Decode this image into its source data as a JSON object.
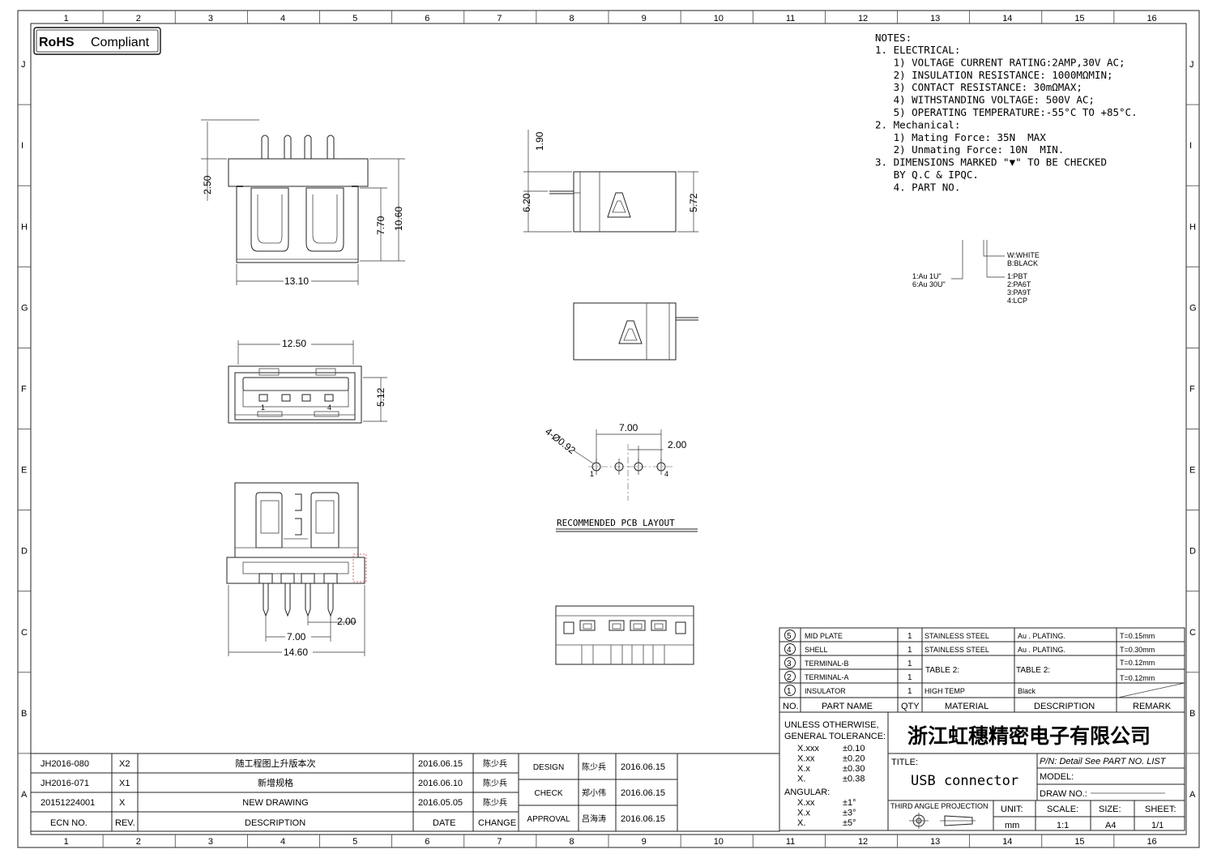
{
  "frame": {
    "columns": [
      "1",
      "2",
      "3",
      "4",
      "5",
      "6",
      "7",
      "8",
      "9",
      "10",
      "11",
      "12",
      "13",
      "14",
      "15",
      "16"
    ],
    "rows": [
      "J",
      "I",
      "H",
      "G",
      "F",
      "E",
      "D",
      "C",
      "B",
      "A"
    ]
  },
  "badge": {
    "strong": "RoHS",
    "text": "Compliant"
  },
  "notes": {
    "heading": "NOTES:",
    "lines": [
      "1. ELECTRICAL:",
      "   1) VOLTAGE CURRENT RATING:2AMP,30V AC;",
      "   2) INSULATION RESISTANCE: 1000MΩMIN;",
      "   3) CONTACT RESISTANCE: 30mΩMAX;",
      "   4) WITHSTANDING VOLTAGE: 500V AC;",
      "   5) OPERATING TEMPERATURE:-55°C TO +85°C.",
      "2. Mechanical:",
      "   1) Mating Force: 35N  MAX",
      "   2) Unmating Force: 10N  MIN.",
      "3. DIMENSIONS MARKED \"▼\" TO BE CHECKED",
      "   BY Q.C & IPQC.",
      "   4. PART NO."
    ]
  },
  "part_callouts": {
    "plating": [
      "1:Au 1U\"",
      "6:Au 30U\""
    ],
    "color": [
      "W:WHITE",
      "B:BLACK"
    ],
    "material": [
      "1:PBT",
      "2:PA6T",
      "3:PA9T",
      "4:LCP"
    ]
  },
  "dimensions": {
    "top_2_50": "2.50",
    "top_7_70": "7.70",
    "top_10_60": "10.60",
    "top_13_10": "13.10",
    "side_1_90": "1.90",
    "side_6_20": "6.20",
    "side_5_72": "5.72",
    "front_12_50": "12.50",
    "front_5_12": "5.12",
    "front_pin1": "1",
    "front_pin4": "4",
    "pcb_7_00": "7.00",
    "pcb_2_00": "2.00",
    "pcb_hole": "4-Ø0.92",
    "pcb_pin1": "1",
    "pcb_pin4": "4",
    "bottom_2_00": "2.00",
    "bottom_7_00": "7.00",
    "bottom_14_60": "14.60"
  },
  "pcb_layout_label": "RECOMMENDED PCB LAYOUT",
  "bom": {
    "rows": [
      {
        "no": "5",
        "name": "MID PLATE",
        "qty": "1",
        "material": "STAINLESS STEEL",
        "description": "Au . PLATING.",
        "remark": "T=0.15mm"
      },
      {
        "no": "4",
        "name": "SHELL",
        "qty": "1",
        "material": "STAINLESS STEEL",
        "description": "Au . PLATING.",
        "remark": "T=0.30mm"
      },
      {
        "no": "3",
        "name": "TERMINAL-B",
        "qty": "1",
        "material": "",
        "description": "",
        "remark": "T=0.12mm"
      },
      {
        "no": "2",
        "name": "TERMINAL-A",
        "qty": "1",
        "material": "",
        "description": "",
        "remark": "T=0.12mm"
      },
      {
        "no": "1",
        "name": "INSULATOR",
        "qty": "1",
        "material": "HIGH TEMP",
        "description": "Black",
        "remark": ""
      }
    ],
    "merged_material": "TABLE 2:",
    "merged_description": "TABLE 2:",
    "headers": {
      "no": "NO.",
      "name": "PART NAME",
      "qty": "QTY",
      "material": "MATERIAL",
      "description": "DESCRIPTION",
      "remark": "REMARK"
    }
  },
  "tolerance": {
    "heading1": "UNLESS OTHERWISE,",
    "heading2": "GENERAL TOLERANCE:",
    "linear": [
      [
        "X.xxx",
        "±0.10"
      ],
      [
        "X.xx",
        "±0.20"
      ],
      [
        "X.x",
        "±0.30"
      ],
      [
        "X.",
        "±0.38"
      ]
    ],
    "angular_heading": "ANGULAR:",
    "angular": [
      [
        "X.xx",
        "±1°"
      ],
      [
        "X.x",
        "±3°"
      ],
      [
        "X.",
        "±5°"
      ]
    ]
  },
  "title_block": {
    "company": "浙江虹穗精密电子有限公司",
    "title_label": "TITLE:",
    "title_value": "USB connector",
    "pn_label": "P/N: Detail  See  PART  NO.  LIST",
    "model_label": "MODEL:",
    "draw_no_label": "DRAW  NO.:",
    "projection_label": "THIRD ANGLE PROJECTION",
    "unit_label": "UNIT:",
    "unit_value": "mm",
    "scale_label": "SCALE:",
    "scale_value": "1:1",
    "size_label": "SIZE:",
    "size_value": "A4",
    "sheet_label": "SHEET:",
    "sheet_value": "1/1"
  },
  "revisions": {
    "rows": [
      {
        "ecn": "JH2016-080",
        "rev": "X2",
        "description": "随工程图上升版本次",
        "date": "2016.06.15",
        "change": "陈少兵"
      },
      {
        "ecn": "JH2016-071",
        "rev": "X1",
        "description": "新增规格",
        "date": "2016.06.10",
        "change": "陈少兵"
      },
      {
        "ecn": "20151224001",
        "rev": "X",
        "description": "NEW DRAWING",
        "date": "2016.05.05",
        "change": "陈少兵"
      }
    ],
    "headers": {
      "ecn": "ECN  NO.",
      "rev": "REV.",
      "description": "DESCRIPTION",
      "date": "DATE",
      "change": "CHANGE"
    }
  },
  "approvals": [
    {
      "role": "DESIGN",
      "name": "陈少兵",
      "date": "2016.06.15"
    },
    {
      "role": "CHECK",
      "name": "郑小伟",
      "date": "2016.06.15"
    },
    {
      "role": "APPROVAL",
      "name": "吕海涛",
      "date": "2016.06.15"
    }
  ]
}
